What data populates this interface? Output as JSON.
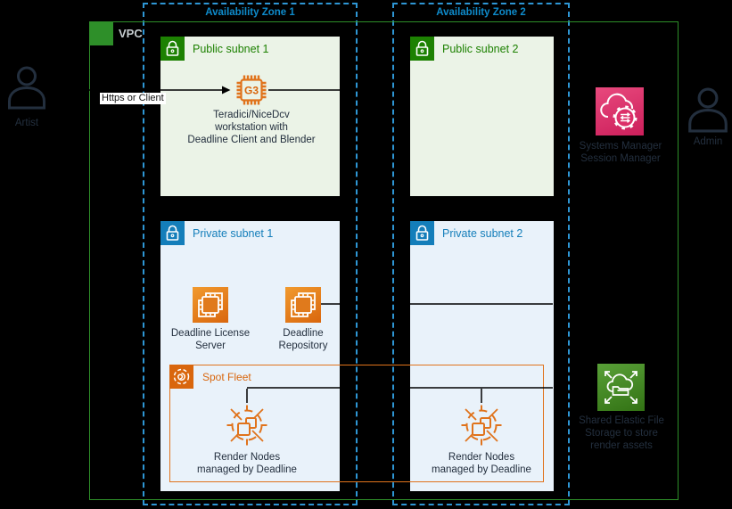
{
  "colors": {
    "bg": "#000000",
    "vpc_green": "#2E8F29",
    "az_blue": "#2E96D4",
    "az_label": "#0E8BCB",
    "public_green": "#1D8102",
    "public_fill": "#EBF3E7",
    "private_blue": "#147EBA",
    "private_fill": "#E9F2FA",
    "orange": "#E0731C",
    "orange_deep": "#D9660D",
    "orange_light": "#F19A2E",
    "orange_text": "#D9660D",
    "pink_light": "#E8497D",
    "pink_dark": "#CC1F5B",
    "pink_mid": "#DC3069",
    "efs_green_light": "#59A038",
    "efs_green_dark": "#327214",
    "efs_green_mid": "#468A26",
    "dim_text": "#232F3E",
    "line_black": "#000000",
    "white": "#FFFFFF",
    "label_white": "#C7CED1"
  },
  "vpc": {
    "label": "VPC"
  },
  "availability_zones": [
    {
      "label": "Availability Zone 1"
    },
    {
      "label": "Availability Zone 2"
    }
  ],
  "subnets": {
    "public1": {
      "label": "Public subnet 1"
    },
    "public2": {
      "label": "Public subnet 2"
    },
    "private1": {
      "label": "Private subnet 1"
    },
    "private2": {
      "label": "Private subnet 2"
    }
  },
  "actors": {
    "artist": {
      "label": "Artist"
    },
    "admin": {
      "label": "Admin"
    }
  },
  "connection": {
    "label": "Https or Client"
  },
  "workstation": {
    "instance_type": "G3",
    "caption": {
      "l1": "Teradici/NiceDcv",
      "l2": "workstation with",
      "l3": "Deadline Client and Blender"
    }
  },
  "license_server": {
    "caption": {
      "l1": "Deadline License",
      "l2": "Server"
    }
  },
  "repository": {
    "caption": {
      "l1": "Deadline",
      "l2": "Repository"
    }
  },
  "spot_fleet": {
    "label": "Spot Fleet"
  },
  "render_nodes1": {
    "caption": {
      "l1": "Render Nodes",
      "l2": "managed by Deadline"
    }
  },
  "render_nodes2": {
    "caption": {
      "l1": "Render Nodes",
      "l2": "managed by Deadline"
    }
  },
  "session_manager": {
    "caption": {
      "l1": "Systems Manager",
      "l2": "Session Manager"
    }
  },
  "efs": {
    "caption": {
      "l1": "Shared Elastic File",
      "l2": "Storage to store",
      "l3": "render assets"
    }
  }
}
